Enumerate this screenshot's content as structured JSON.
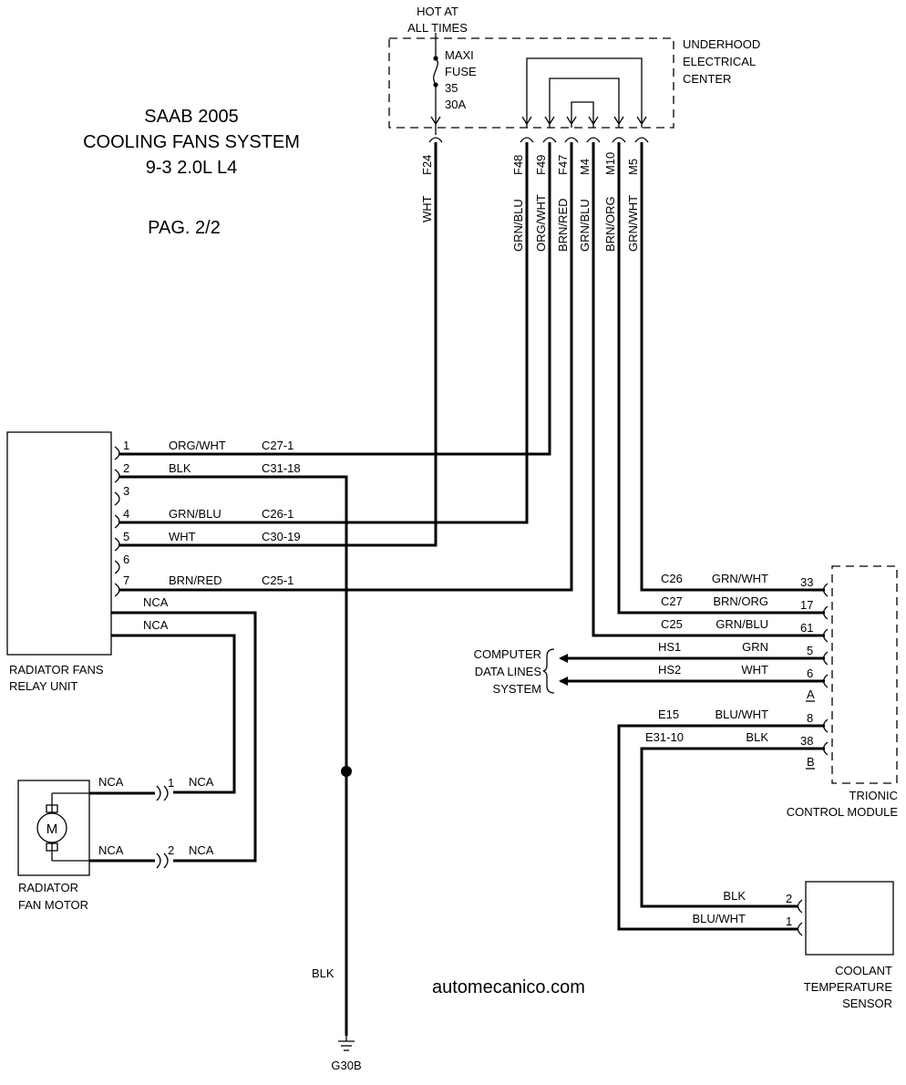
{
  "title": {
    "line1": "SAAB 2005",
    "line2": "COOLING FANS SYSTEM",
    "line3": "9-3 2.0L L4",
    "page": "PAG. 2/2"
  },
  "power": {
    "hot_label_1": "HOT AT",
    "hot_label_2": "ALL TIMES",
    "fuse_1": "MAXI",
    "fuse_2": "FUSE",
    "fuse_3": "35",
    "fuse_4": "30A",
    "center_1": "UNDERHOOD",
    "center_2": "ELECTRICAL",
    "center_3": "CENTER"
  },
  "terminals": {
    "f24": "F24",
    "f48": "F48",
    "f49": "F49",
    "f47": "F47",
    "m4": "M4",
    "m10": "M10",
    "m5": "M5"
  },
  "vertical_wires": {
    "wht": "WHT",
    "grn_blu_1": "GRN/BLU",
    "org_wht": "ORG/WHT",
    "brn_red": "BRN/RED",
    "grn_blu_2": "GRN/BLU",
    "brn_org": "BRN/ORG",
    "grn_wht": "GRN/WHT"
  },
  "relay_unit": {
    "label_1": "RADIATOR FANS",
    "label_2": "RELAY UNIT",
    "pins": [
      {
        "pin": "1",
        "color": "ORG/WHT",
        "conn": "C27-1"
      },
      {
        "pin": "2",
        "color": "BLK",
        "conn": "C31-18"
      },
      {
        "pin": "3",
        "color": "",
        "conn": ""
      },
      {
        "pin": "4",
        "color": "GRN/BLU",
        "conn": "C26-1"
      },
      {
        "pin": "5",
        "color": "WHT",
        "conn": "C30-19"
      },
      {
        "pin": "6",
        "color": "",
        "conn": ""
      },
      {
        "pin": "7",
        "color": "BRN/RED",
        "conn": "C25-1"
      }
    ],
    "nca_1": "NCA",
    "nca_2": "NCA"
  },
  "fan_motor": {
    "label_1": "RADIATOR",
    "label_2": "FAN MOTOR",
    "symbol": "M",
    "pin_1": "1",
    "pin_2": "2",
    "nca_a": "NCA",
    "nca_b": "NCA",
    "nca_c": "NCA",
    "nca_d": "NCA"
  },
  "ground": {
    "wire": "BLK",
    "name": "G30B"
  },
  "trionic": {
    "label_1": "TRIONIC",
    "label_2": "CONTROL MODULE",
    "pins": [
      {
        "conn": "C26",
        "color": "GRN/WHT",
        "pin": "33"
      },
      {
        "conn": "C27",
        "color": "BRN/ORG",
        "pin": "17"
      },
      {
        "conn": "C25",
        "color": "GRN/BLU",
        "pin": "61"
      },
      {
        "conn": "HS1",
        "color": "GRN",
        "pin": "5"
      },
      {
        "conn": "HS2",
        "color": "WHT",
        "pin": "6"
      },
      {
        "conn": "",
        "color": "",
        "pin": "A"
      },
      {
        "conn": "E15",
        "color": "BLU/WHT",
        "pin": "8"
      },
      {
        "conn": "E31-10",
        "color": "BLK",
        "pin": "38"
      },
      {
        "conn": "",
        "color": "",
        "pin": "B"
      }
    ]
  },
  "data_lines": {
    "line_1": "COMPUTER",
    "line_2": "DATA LINES",
    "line_3": "SYSTEM"
  },
  "coolant_sensor": {
    "label_1": "COOLANT",
    "label_2": "TEMPERATURE",
    "label_3": "SENSOR",
    "pin_2": "2",
    "pin_1": "1",
    "wire_2": "BLK",
    "wire_1": "BLU/WHT"
  },
  "watermark": "automecanico.com"
}
